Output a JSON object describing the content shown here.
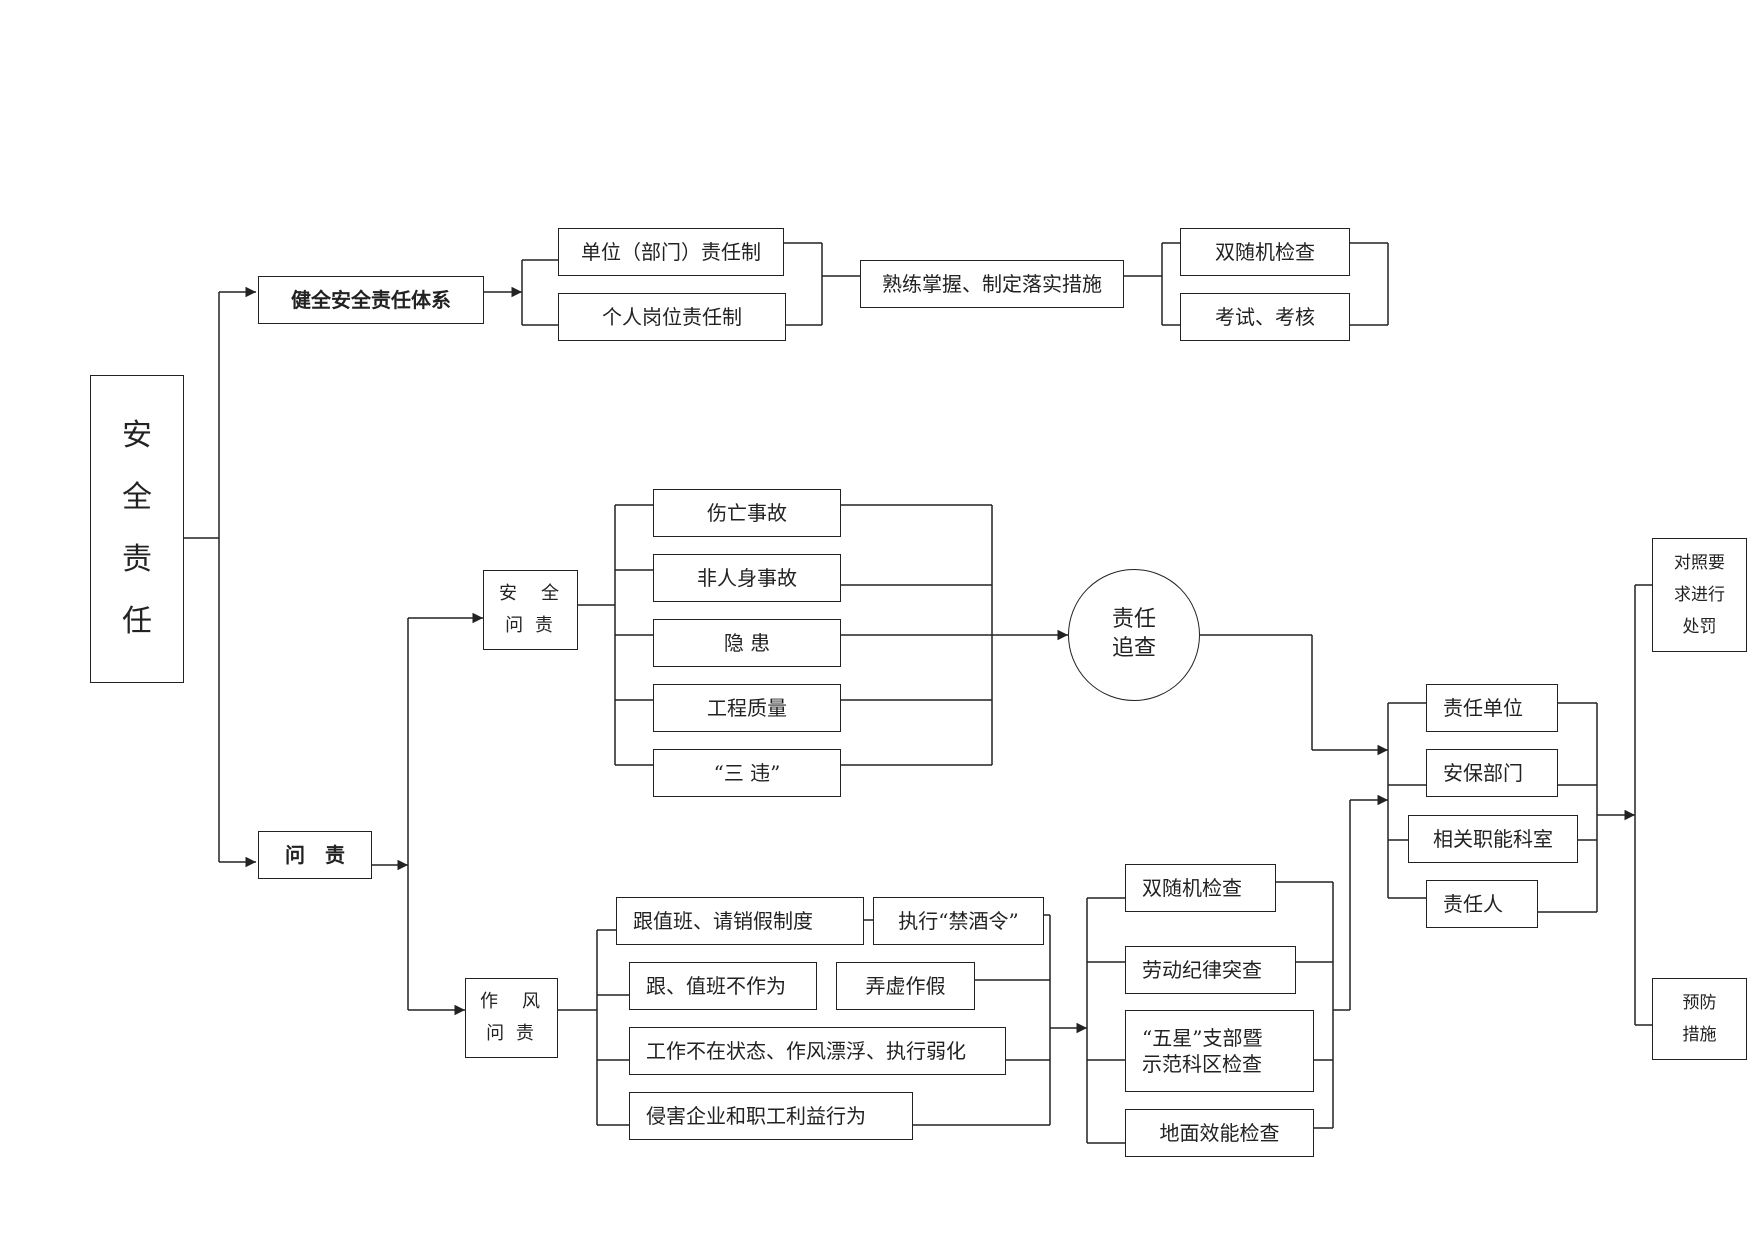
{
  "root": {
    "label": "安\n全\n责\n任"
  },
  "branch_system": {
    "title": "健全安全责任体系",
    "items": [
      "单位（部门）责任制",
      "个人岗位责任制"
    ],
    "measure": "熟练掌握、制定落实措施",
    "checks": [
      "双随机检查",
      "考试、考核"
    ]
  },
  "branch_accountability": {
    "title": "问　责",
    "safety": {
      "title": "安　全\n问 责",
      "items": [
        "伤亡事故",
        "非人身事故",
        "隐  患",
        "工程质量",
        "“三    违”"
      ]
    },
    "tracing": "责任\n追查",
    "style": {
      "title": "作　风\n问 责",
      "items": [
        "跟值班、请销假制度",
        "执行“禁酒令”",
        "跟、值班不作为",
        "弄虚作假",
        "工作不在状态、作风漂浮、执行弱化",
        "侵害企业和职工利益行为"
      ]
    },
    "inspections": [
      "双随机检查",
      "劳动纪律突查",
      "“五星”支部暨\n示范科区检查",
      "地面效能检查"
    ],
    "responsible": [
      "责任单位",
      "安保部门",
      "相关职能科室",
      "责任人"
    ],
    "outcomes": [
      "对照要\n求进行\n处罚",
      "预防\n措施"
    ]
  }
}
